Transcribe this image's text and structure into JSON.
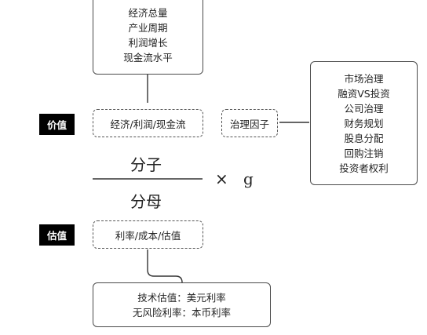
{
  "top_box": {
    "lines": [
      "经济总量",
      "产业周期",
      "利润增长",
      "现金流水平"
    ]
  },
  "valuation_tag": "价值",
  "numerator_factors": "经济/利润/现金流",
  "governance_factor": "治理因子",
  "governance_box": {
    "lines": [
      "市场治理",
      "融资VS投资",
      "公司治理",
      "财务规划",
      "股息分配",
      "回购注销",
      "投资者权利"
    ]
  },
  "fraction": {
    "numerator": "分子",
    "denominator": "分母"
  },
  "multiply": "×",
  "g_symbol": "g",
  "estimate_tag": "估值",
  "denominator_factors": "利率/成本/估值",
  "bottom_box": {
    "lines": [
      "技术估值：美元利率",
      "无风险利率：本币利率"
    ]
  }
}
